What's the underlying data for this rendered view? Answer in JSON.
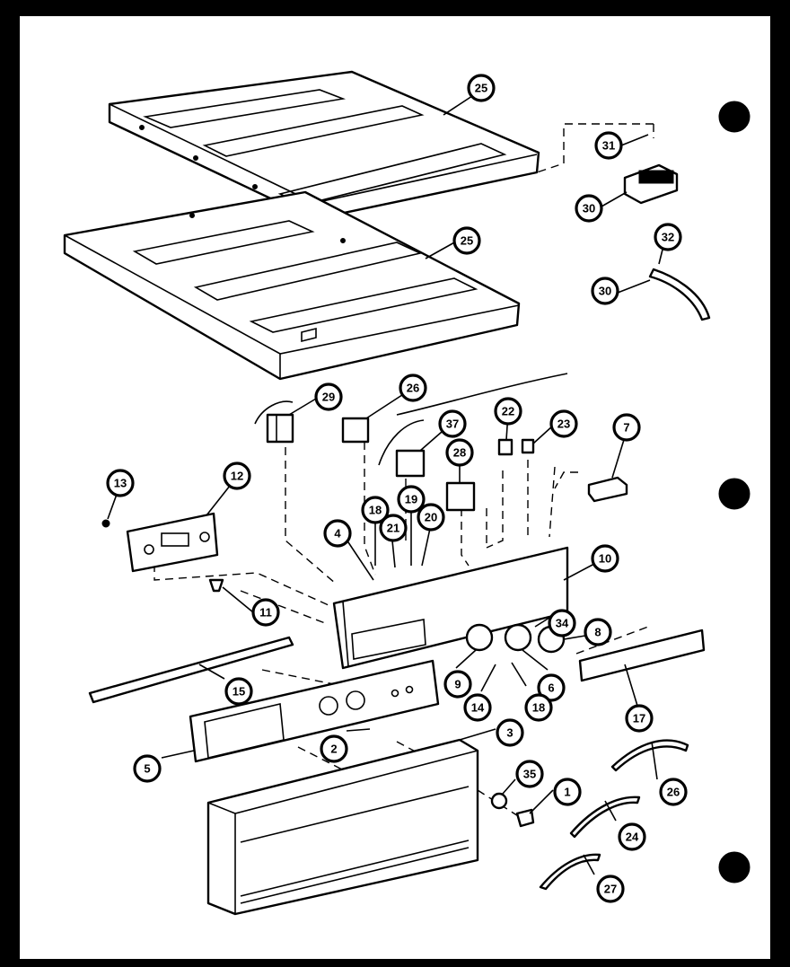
{
  "diagram": {
    "callouts": [
      {
        "id": "c25a",
        "label": "25"
      },
      {
        "id": "c25b",
        "label": "25"
      },
      {
        "id": "c31",
        "label": "31"
      },
      {
        "id": "c30a",
        "label": "30"
      },
      {
        "id": "c32",
        "label": "32"
      },
      {
        "id": "c30b",
        "label": "30"
      },
      {
        "id": "c29",
        "label": "29"
      },
      {
        "id": "c26",
        "label": "26"
      },
      {
        "id": "c37",
        "label": "37"
      },
      {
        "id": "c22",
        "label": "22"
      },
      {
        "id": "c23",
        "label": "23"
      },
      {
        "id": "c7",
        "label": "7"
      },
      {
        "id": "c28",
        "label": "28"
      },
      {
        "id": "c13",
        "label": "13"
      },
      {
        "id": "c12",
        "label": "12"
      },
      {
        "id": "c18a",
        "label": "18"
      },
      {
        "id": "c19",
        "label": "19"
      },
      {
        "id": "c21",
        "label": "21"
      },
      {
        "id": "c20",
        "label": "20"
      },
      {
        "id": "c4",
        "label": "4"
      },
      {
        "id": "c10",
        "label": "10"
      },
      {
        "id": "c11",
        "label": "11"
      },
      {
        "id": "c34",
        "label": "34"
      },
      {
        "id": "c8a",
        "label": "8"
      },
      {
        "id": "c15",
        "label": "15"
      },
      {
        "id": "c9",
        "label": "9"
      },
      {
        "id": "c6",
        "label": "6"
      },
      {
        "id": "c14",
        "label": "14"
      },
      {
        "id": "c18b",
        "label": "18"
      },
      {
        "id": "c17",
        "label": "17"
      },
      {
        "id": "c2",
        "label": "2"
      },
      {
        "id": "c3",
        "label": "3"
      },
      {
        "id": "c5",
        "label": "5"
      },
      {
        "id": "c35",
        "label": "35"
      },
      {
        "id": "c1",
        "label": "1"
      },
      {
        "id": "c26b",
        "label": "26"
      },
      {
        "id": "c24",
        "label": "24"
      },
      {
        "id": "c27",
        "label": "27"
      }
    ]
  }
}
